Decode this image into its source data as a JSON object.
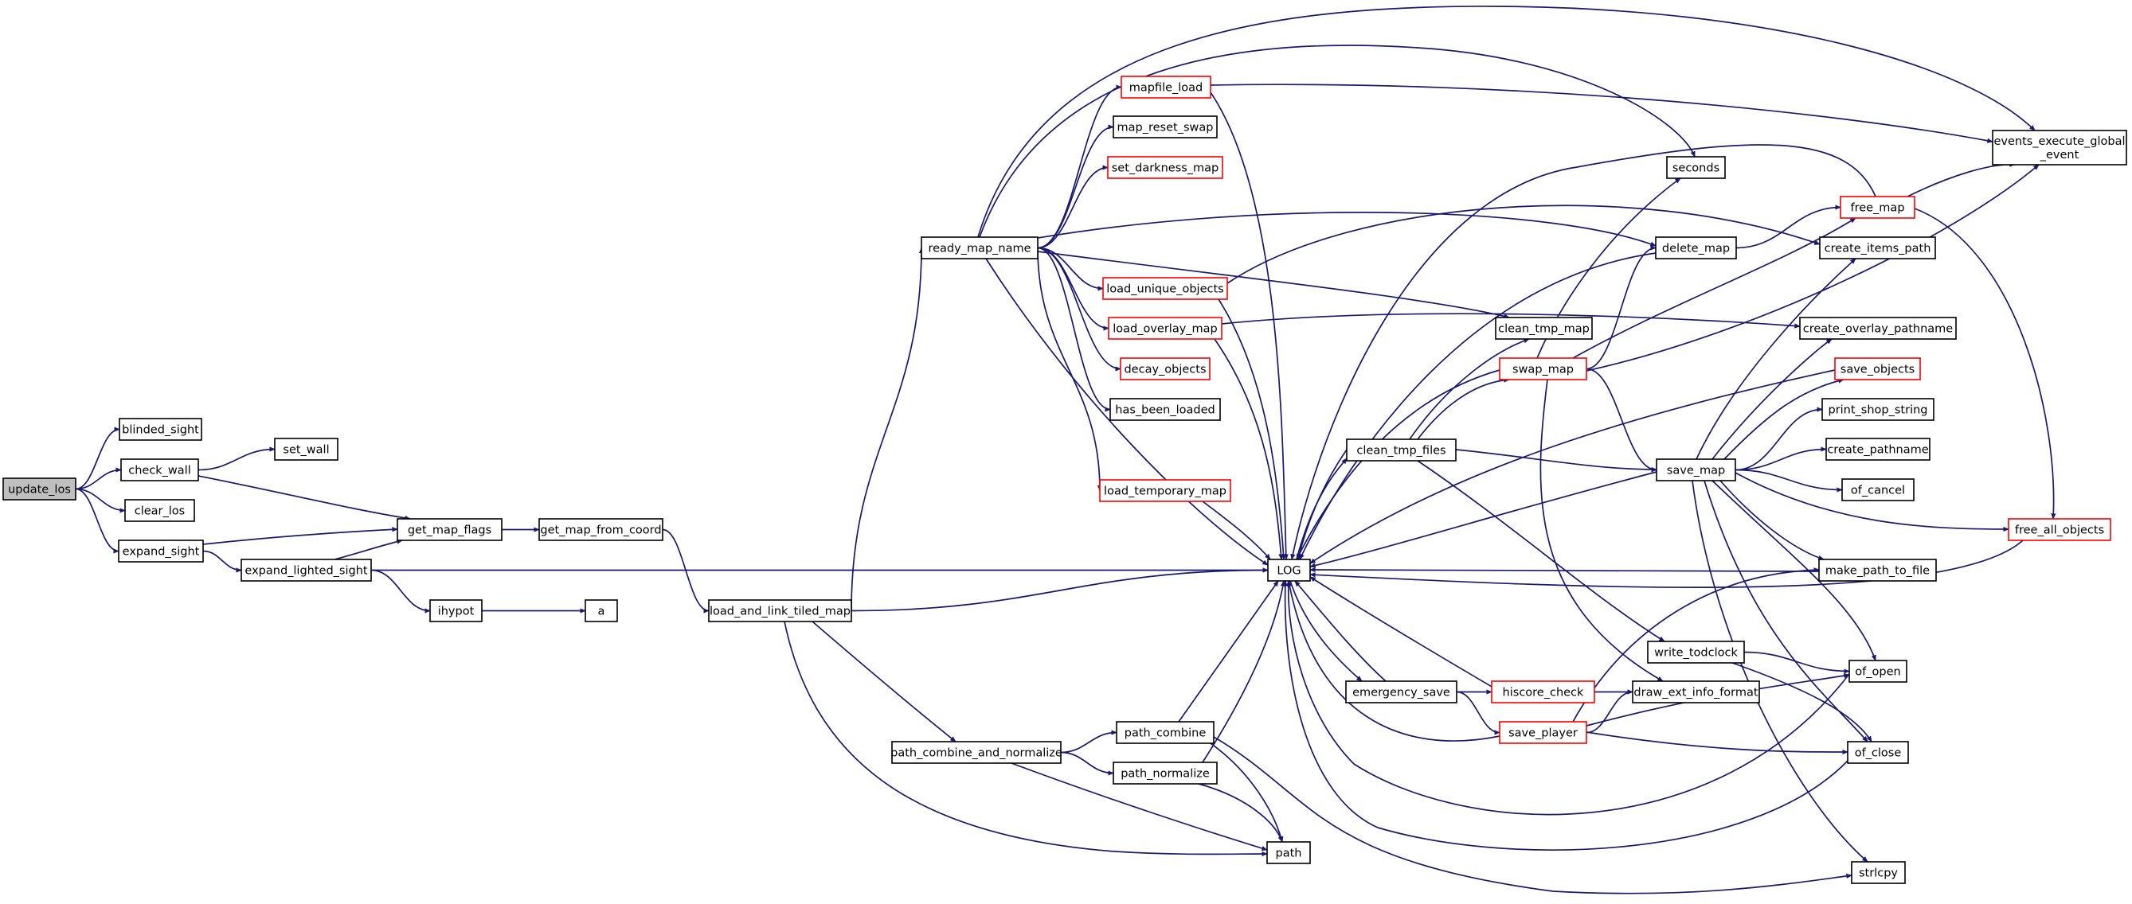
{
  "graph": {
    "nodes": [
      {
        "id": "update_los",
        "label": "update_los",
        "style": "root"
      },
      {
        "id": "blinded_sight",
        "label": "blinded_sight"
      },
      {
        "id": "check_wall",
        "label": "check_wall"
      },
      {
        "id": "clear_los",
        "label": "clear_los"
      },
      {
        "id": "expand_sight",
        "label": "expand_sight"
      },
      {
        "id": "set_wall",
        "label": "set_wall"
      },
      {
        "id": "get_map_flags",
        "label": "get_map_flags"
      },
      {
        "id": "expand_lighted_sight",
        "label": "expand_lighted_sight"
      },
      {
        "id": "get_map_from_coord",
        "label": "get_map_from_coord"
      },
      {
        "id": "ihypot",
        "label": "ihypot"
      },
      {
        "id": "a",
        "label": "a"
      },
      {
        "id": "load_and_link_tiled_map",
        "label": "load_and_link_tiled_map"
      },
      {
        "id": "ready_map_name",
        "label": "ready_map_name"
      },
      {
        "id": "path_combine_and_normalize",
        "label": "path_combine_and_normalize"
      },
      {
        "id": "mapfile_load",
        "label": "mapfile_load",
        "style": "red"
      },
      {
        "id": "map_reset_swap",
        "label": "map_reset_swap"
      },
      {
        "id": "set_darkness_map",
        "label": "set_darkness_map",
        "style": "red"
      },
      {
        "id": "load_unique_objects",
        "label": "load_unique_objects",
        "style": "red"
      },
      {
        "id": "load_overlay_map",
        "label": "load_overlay_map",
        "style": "red"
      },
      {
        "id": "decay_objects",
        "label": "decay_objects",
        "style": "red"
      },
      {
        "id": "has_been_loaded",
        "label": "has_been_loaded"
      },
      {
        "id": "load_temporary_map",
        "label": "load_temporary_map",
        "style": "red"
      },
      {
        "id": "LOG",
        "label": "LOG"
      },
      {
        "id": "path_combine",
        "label": "path_combine"
      },
      {
        "id": "path_normalize",
        "label": "path_normalize"
      },
      {
        "id": "path",
        "label": "path"
      },
      {
        "id": "clean_tmp_map",
        "label": "clean_tmp_map"
      },
      {
        "id": "clean_tmp_files",
        "label": "clean_tmp_files"
      },
      {
        "id": "emergency_save",
        "label": "emergency_save"
      },
      {
        "id": "swap_map",
        "label": "swap_map",
        "style": "red"
      },
      {
        "id": "hiscore_check",
        "label": "hiscore_check",
        "style": "red"
      },
      {
        "id": "save_player",
        "label": "save_player",
        "style": "red"
      },
      {
        "id": "seconds",
        "label": "seconds"
      },
      {
        "id": "delete_map",
        "label": "delete_map"
      },
      {
        "id": "save_map",
        "label": "save_map"
      },
      {
        "id": "write_todclock",
        "label": "write_todclock"
      },
      {
        "id": "draw_ext_info_format",
        "label": "draw_ext_info_format"
      },
      {
        "id": "free_map",
        "label": "free_map",
        "style": "red"
      },
      {
        "id": "create_items_path",
        "label": "create_items_path"
      },
      {
        "id": "create_overlay_pathname",
        "label": "create_overlay_pathname"
      },
      {
        "id": "save_objects",
        "label": "save_objects",
        "style": "red"
      },
      {
        "id": "print_shop_string",
        "label": "print_shop_string"
      },
      {
        "id": "create_pathname",
        "label": "create_pathname"
      },
      {
        "id": "of_cancel",
        "label": "of_cancel"
      },
      {
        "id": "make_path_to_file",
        "label": "make_path_to_file"
      },
      {
        "id": "of_open",
        "label": "of_open"
      },
      {
        "id": "of_close",
        "label": "of_close"
      },
      {
        "id": "strlcpy",
        "label": "strlcpy"
      },
      {
        "id": "events_execute_global_event",
        "label": "events_execute_global\n_event"
      },
      {
        "id": "free_all_objects",
        "label": "free_all_objects",
        "style": "red"
      }
    ],
    "edges": [
      [
        "update_los",
        "blinded_sight"
      ],
      [
        "update_los",
        "check_wall"
      ],
      [
        "update_los",
        "clear_los"
      ],
      [
        "update_los",
        "expand_sight"
      ],
      [
        "check_wall",
        "set_wall"
      ],
      [
        "check_wall",
        "get_map_flags"
      ],
      [
        "expand_sight",
        "get_map_flags"
      ],
      [
        "expand_sight",
        "expand_lighted_sight"
      ],
      [
        "expand_lighted_sight",
        "get_map_flags"
      ],
      [
        "expand_lighted_sight",
        "ihypot"
      ],
      [
        "expand_lighted_sight",
        "LOG"
      ],
      [
        "ihypot",
        "a"
      ],
      [
        "get_map_flags",
        "get_map_from_coord"
      ],
      [
        "get_map_from_coord",
        "load_and_link_tiled_map"
      ],
      [
        "load_and_link_tiled_map",
        "ready_map_name"
      ],
      [
        "load_and_link_tiled_map",
        "LOG"
      ],
      [
        "load_and_link_tiled_map",
        "path_combine_and_normalize"
      ],
      [
        "load_and_link_tiled_map",
        "path"
      ],
      [
        "ready_map_name",
        "mapfile_load"
      ],
      [
        "ready_map_name",
        "map_reset_swap"
      ],
      [
        "ready_map_name",
        "set_darkness_map"
      ],
      [
        "ready_map_name",
        "load_unique_objects"
      ],
      [
        "ready_map_name",
        "load_overlay_map"
      ],
      [
        "ready_map_name",
        "decay_objects"
      ],
      [
        "ready_map_name",
        "has_been_loaded"
      ],
      [
        "ready_map_name",
        "load_temporary_map"
      ],
      [
        "ready_map_name",
        "LOG"
      ],
      [
        "ready_map_name",
        "seconds"
      ],
      [
        "ready_map_name",
        "events_execute_global_event"
      ],
      [
        "ready_map_name",
        "delete_map"
      ],
      [
        "ready_map_name",
        "clean_tmp_map"
      ],
      [
        "path_combine_and_normalize",
        "path_combine"
      ],
      [
        "path_combine_and_normalize",
        "path_normalize"
      ],
      [
        "path_combine_and_normalize",
        "path"
      ],
      [
        "path_combine",
        "LOG"
      ],
      [
        "path_combine",
        "path"
      ],
      [
        "path_combine",
        "strlcpy"
      ],
      [
        "path_normalize",
        "LOG"
      ],
      [
        "path_normalize",
        "path"
      ],
      [
        "mapfile_load",
        "LOG"
      ],
      [
        "mapfile_load",
        "events_execute_global_event"
      ],
      [
        "load_unique_objects",
        "LOG"
      ],
      [
        "load_unique_objects",
        "create_items_path"
      ],
      [
        "load_overlay_map",
        "LOG"
      ],
      [
        "load_overlay_map",
        "create_overlay_pathname"
      ],
      [
        "load_temporary_map",
        "LOG"
      ],
      [
        "LOG",
        "clean_tmp_files"
      ],
      [
        "LOG",
        "emergency_save"
      ],
      [
        "clean_tmp_files",
        "clean_tmp_map"
      ],
      [
        "clean_tmp_files",
        "swap_map"
      ],
      [
        "clean_tmp_files",
        "save_map"
      ],
      [
        "clean_tmp_files",
        "write_todclock"
      ],
      [
        "clean_tmp_files",
        "LOG"
      ],
      [
        "emergency_save",
        "hiscore_check"
      ],
      [
        "emergency_save",
        "save_player"
      ],
      [
        "emergency_save",
        "LOG"
      ],
      [
        "hiscore_check",
        "LOG"
      ],
      [
        "hiscore_check",
        "draw_ext_info_format"
      ],
      [
        "save_player",
        "LOG"
      ],
      [
        "save_player",
        "draw_ext_info_format"
      ],
      [
        "save_player",
        "make_path_to_file"
      ],
      [
        "save_player",
        "of_open"
      ],
      [
        "save_player",
        "of_close"
      ],
      [
        "swap_map",
        "seconds"
      ],
      [
        "swap_map",
        "delete_map"
      ],
      [
        "swap_map",
        "free_map"
      ],
      [
        "swap_map",
        "LOG"
      ],
      [
        "swap_map",
        "save_map"
      ],
      [
        "swap_map",
        "draw_ext_info_format"
      ],
      [
        "swap_map",
        "events_execute_global_event"
      ],
      [
        "delete_map",
        "LOG"
      ],
      [
        "delete_map",
        "free_map"
      ],
      [
        "free_map",
        "LOG"
      ],
      [
        "free_map",
        "events_execute_global_event"
      ],
      [
        "free_map",
        "free_all_objects"
      ],
      [
        "save_map",
        "LOG"
      ],
      [
        "save_map",
        "create_items_path"
      ],
      [
        "save_map",
        "create_overlay_pathname"
      ],
      [
        "save_map",
        "save_objects"
      ],
      [
        "save_map",
        "print_shop_string"
      ],
      [
        "save_map",
        "create_pathname"
      ],
      [
        "save_map",
        "of_cancel"
      ],
      [
        "save_map",
        "free_all_objects"
      ],
      [
        "save_map",
        "make_path_to_file"
      ],
      [
        "save_map",
        "of_open"
      ],
      [
        "save_map",
        "of_close"
      ],
      [
        "save_map",
        "strlcpy"
      ],
      [
        "write_todclock",
        "of_open"
      ],
      [
        "write_todclock",
        "of_close"
      ],
      [
        "make_path_to_file",
        "LOG"
      ],
      [
        "of_open",
        "LOG"
      ],
      [
        "of_close",
        "LOG"
      ],
      [
        "save_objects",
        "LOG"
      ],
      [
        "free_all_objects",
        "LOG"
      ]
    ]
  }
}
